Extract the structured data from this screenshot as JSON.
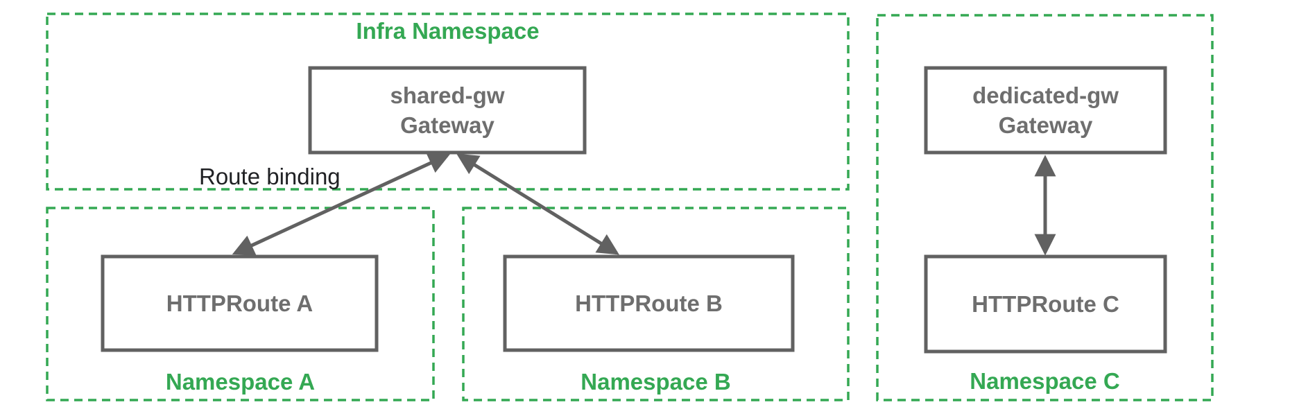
{
  "diagram": {
    "infra_namespace": {
      "label": "Infra Namespace"
    },
    "namespace_a": {
      "label": "Namespace A"
    },
    "namespace_b": {
      "label": "Namespace B"
    },
    "namespace_c": {
      "label": "Namespace C"
    },
    "shared_gateway": {
      "name": "shared-gw",
      "kind": "Gateway"
    },
    "dedicated_gateway": {
      "name": "dedicated-gw",
      "kind": "Gateway"
    },
    "httproute_a": {
      "label": "HTTPRoute A"
    },
    "httproute_b": {
      "label": "HTTPRoute B"
    },
    "httproute_c": {
      "label": "HTTPRoute C"
    },
    "edge_label": "Route binding"
  },
  "colors": {
    "namespace_border_green": "#34a853",
    "namespace_label_green": "#34a853",
    "node_border_gray": "#616161",
    "node_text_gray": "#6e6e6e",
    "arrow_gray": "#616161",
    "edge_label_black": "#202124",
    "background": "#ffffff"
  }
}
